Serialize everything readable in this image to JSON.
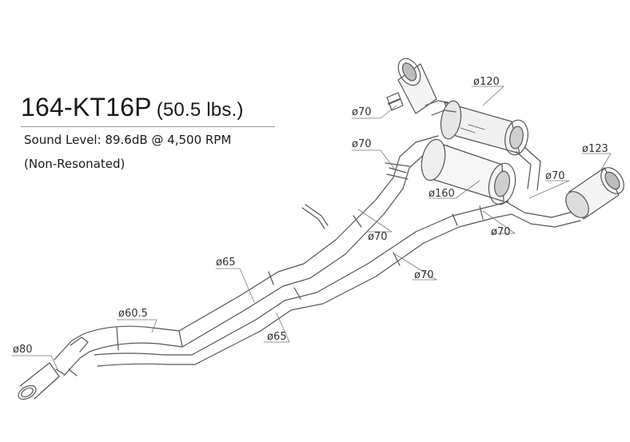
{
  "header": {
    "part_number": "164-KT16P",
    "weight": "(50.5 lbs.)",
    "sound_level": "Sound Level: 89.6dB @ 4,500 RPM",
    "note": "(Non-Resonated)"
  },
  "colors": {
    "line": "#555555",
    "text": "#1a1a1a",
    "muffler_shade": "#cfcfcf"
  },
  "dimensions": {
    "d80": "ø80",
    "d60_5": "ø60.5",
    "d65_top": "ø65",
    "d65_bottom": "ø65",
    "d70_a": "ø70",
    "d70_b": "ø70",
    "d70_c": "ø70",
    "d70_d": "ø70",
    "d70_e": "ø70",
    "d70_f": "ø70",
    "d120": "ø120",
    "d123": "ø123",
    "d160": "ø160"
  }
}
